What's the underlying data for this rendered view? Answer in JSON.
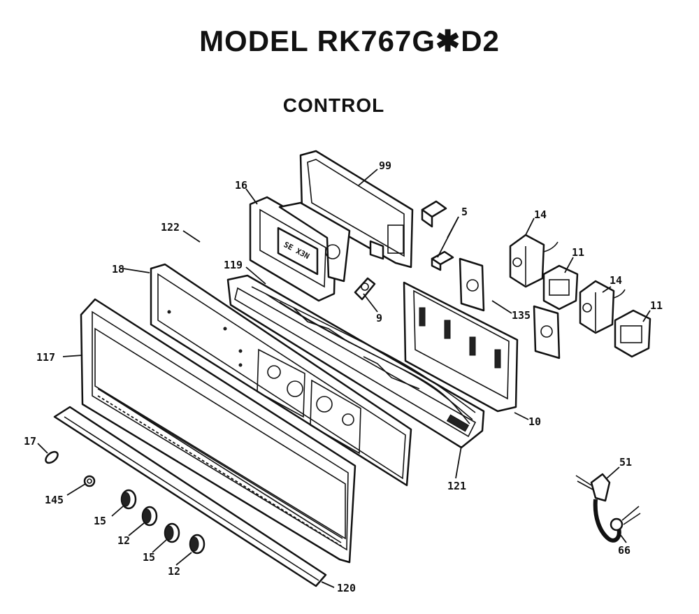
{
  "title": "MODEL RK767G✱D2",
  "subtitle": "CONTROL",
  "callouts": [
    {
      "id": "99"
    },
    {
      "id": "16"
    },
    {
      "id": "5"
    },
    {
      "id": "14"
    },
    {
      "id": "122"
    },
    {
      "id": "18"
    },
    {
      "id": "119"
    },
    {
      "id": "11"
    },
    {
      "id": "14b",
      "text": "14"
    },
    {
      "id": "9"
    },
    {
      "id": "135"
    },
    {
      "id": "11b",
      "text": "11"
    },
    {
      "id": "117"
    },
    {
      "id": "10"
    },
    {
      "id": "17"
    },
    {
      "id": "51"
    },
    {
      "id": "121"
    },
    {
      "id": "145"
    },
    {
      "id": "15"
    },
    {
      "id": "12"
    },
    {
      "id": "15b",
      "text": "15"
    },
    {
      "id": "12b",
      "text": "12"
    },
    {
      "id": "66"
    },
    {
      "id": "120"
    }
  ],
  "labels": {
    "c99": "99",
    "c16": "16",
    "c5": "5",
    "c14a": "14",
    "c122": "122",
    "c18": "18",
    "c119": "119",
    "c11a": "11",
    "c14b": "14",
    "c9": "9",
    "c135": "135",
    "c11b": "11",
    "c117": "117",
    "c10": "10",
    "c17": "17",
    "c51": "51",
    "c121": "121",
    "c145": "145",
    "c15a": "15",
    "c12a": "12",
    "c15b": "15",
    "c12b": "12",
    "c66": "66",
    "c120": "120"
  }
}
